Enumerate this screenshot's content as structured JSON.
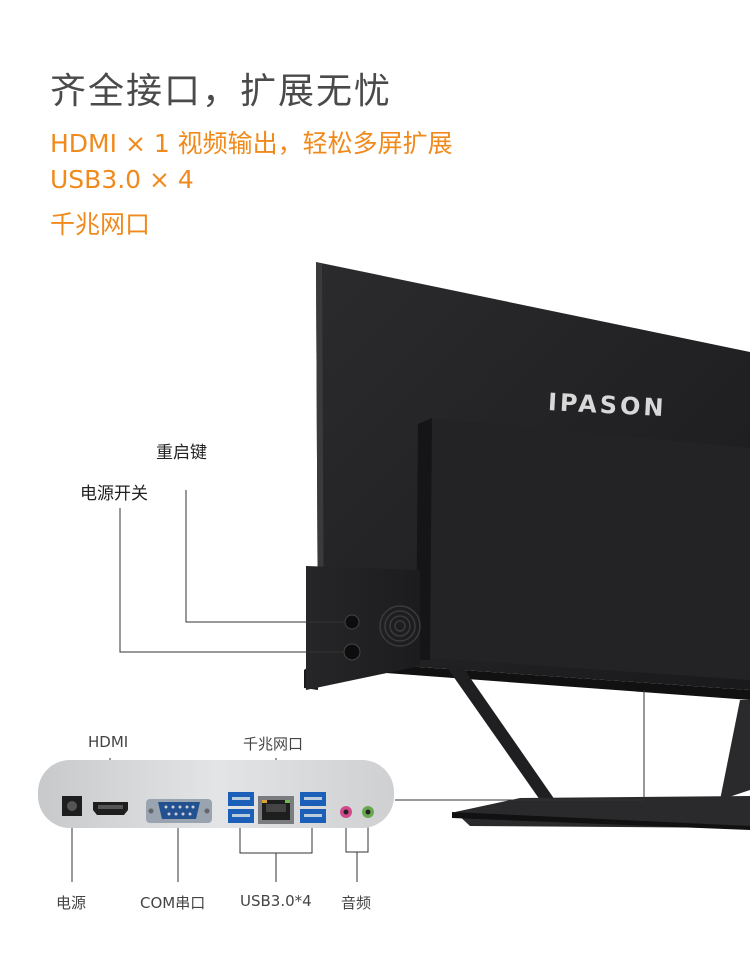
{
  "heading": {
    "title": "齐全接口，�among扩展无忧",
    "features": [
      "HDMI × 1 视频输出，轻松多屏扩展",
      "USB3.0 × 4",
      "千兆网口"
    ]
  },
  "brand": {
    "logo_text": "IPASON"
  },
  "callouts": {
    "reset_key": "重启键",
    "power_switch": "电源开关"
  },
  "ports": {
    "top": {
      "hdmi": "HDMI",
      "lan": "千兆网口"
    },
    "bottom": {
      "power": "电源",
      "com": "COM串口",
      "usb": "USB3.0*4",
      "audio": "音频"
    }
  },
  "colors": {
    "accent": "#f08a1c",
    "title": "#4a4a4a",
    "monitor": "#2a2a2c",
    "panel": "#cfd0d2"
  }
}
